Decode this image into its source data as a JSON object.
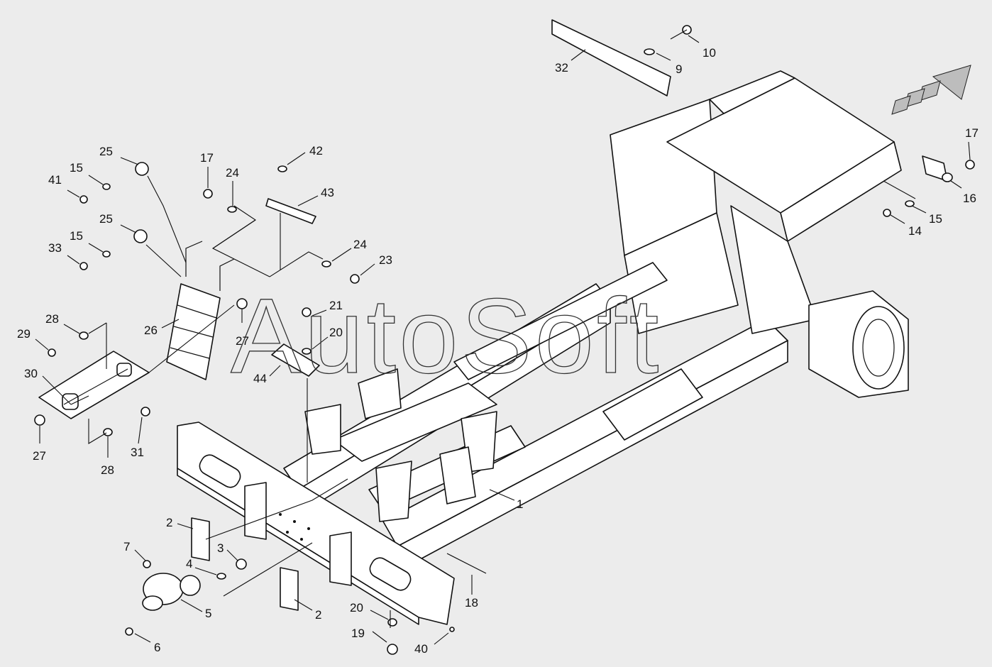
{
  "diagram": {
    "watermark": "AutoSoft",
    "callouts": [
      {
        "id": "c1",
        "label": "1"
      },
      {
        "id": "c2a",
        "label": "2"
      },
      {
        "id": "c2b",
        "label": "2"
      },
      {
        "id": "c3",
        "label": "3"
      },
      {
        "id": "c4",
        "label": "4"
      },
      {
        "id": "c5",
        "label": "5"
      },
      {
        "id": "c6",
        "label": "6"
      },
      {
        "id": "c7",
        "label": "7"
      },
      {
        "id": "c9",
        "label": "9"
      },
      {
        "id": "c10",
        "label": "10"
      },
      {
        "id": "c14",
        "label": "14"
      },
      {
        "id": "c15a",
        "label": "15"
      },
      {
        "id": "c15b",
        "label": "15"
      },
      {
        "id": "c15c",
        "label": "15"
      },
      {
        "id": "c16",
        "label": "16"
      },
      {
        "id": "c17a",
        "label": "17"
      },
      {
        "id": "c17b",
        "label": "17"
      },
      {
        "id": "c18",
        "label": "18"
      },
      {
        "id": "c19",
        "label": "19"
      },
      {
        "id": "c20a",
        "label": "20"
      },
      {
        "id": "c20b",
        "label": "20"
      },
      {
        "id": "c21",
        "label": "21"
      },
      {
        "id": "c23",
        "label": "23"
      },
      {
        "id": "c24a",
        "label": "24"
      },
      {
        "id": "c24b",
        "label": "24"
      },
      {
        "id": "c25a",
        "label": "25"
      },
      {
        "id": "c25b",
        "label": "25"
      },
      {
        "id": "c26",
        "label": "26"
      },
      {
        "id": "c27a",
        "label": "27"
      },
      {
        "id": "c27b",
        "label": "27"
      },
      {
        "id": "c28a",
        "label": "28"
      },
      {
        "id": "c28b",
        "label": "28"
      },
      {
        "id": "c29",
        "label": "29"
      },
      {
        "id": "c30",
        "label": "30"
      },
      {
        "id": "c31",
        "label": "31"
      },
      {
        "id": "c32",
        "label": "32"
      },
      {
        "id": "c33",
        "label": "33"
      },
      {
        "id": "c40",
        "label": "40"
      },
      {
        "id": "c41",
        "label": "41"
      },
      {
        "id": "c42",
        "label": "42"
      },
      {
        "id": "c43",
        "label": "43"
      },
      {
        "id": "c44",
        "label": "44"
      }
    ]
  }
}
